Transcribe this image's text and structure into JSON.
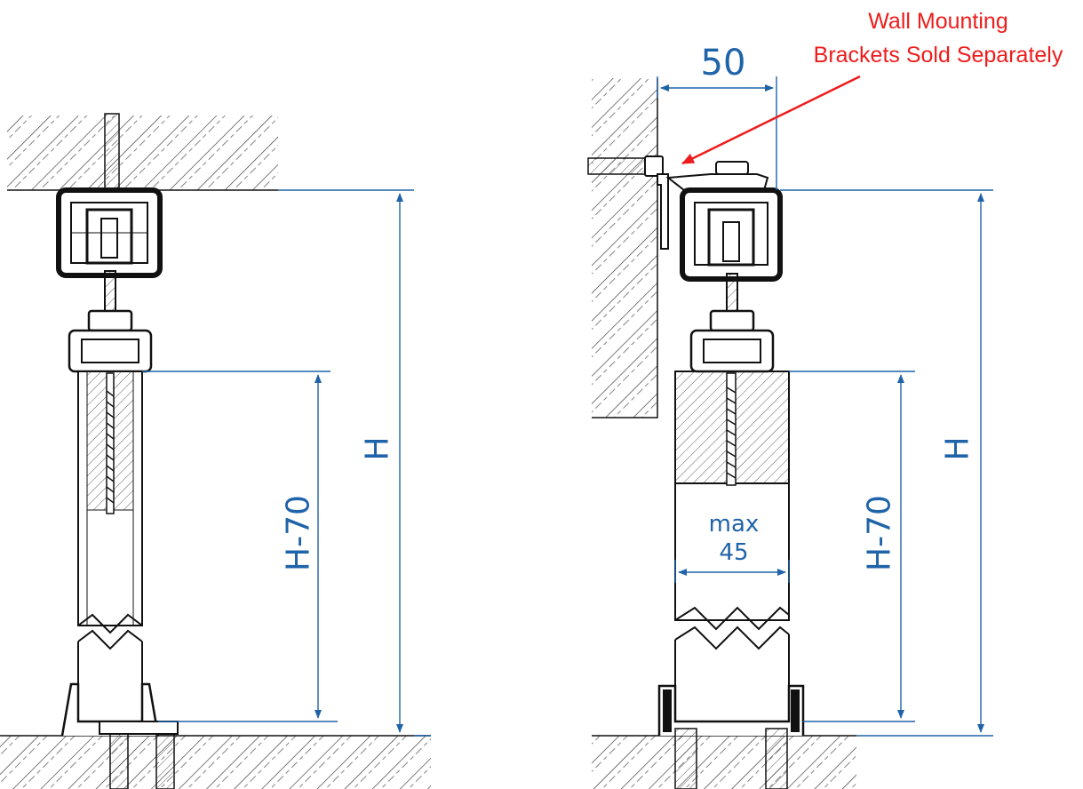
{
  "annotation": {
    "line1": "Wall Mounting",
    "line2": "Brackets Sold Separately",
    "color": "#ee1c1c"
  },
  "left_view": {
    "height_label": "H",
    "door_height_label": "H-70"
  },
  "right_view": {
    "offset_label": "50",
    "height_label": "H",
    "door_height_label": "H-70",
    "thickness_label_1": "max",
    "thickness_label_2": "45"
  },
  "colors": {
    "dimension": "#1f63a8",
    "outline": "#111111",
    "hatch": "#333333"
  }
}
